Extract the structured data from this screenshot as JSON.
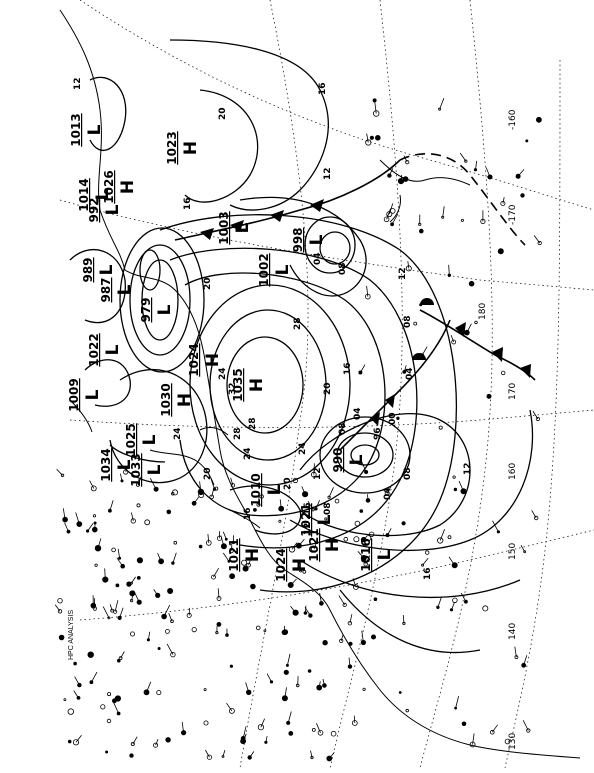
{
  "map": {
    "centers": [
      {
        "type": "H",
        "value": "1035"
      },
      {
        "type": "H",
        "value": "1024"
      },
      {
        "type": "H",
        "value": "1030"
      },
      {
        "type": "H",
        "value": "1023"
      },
      {
        "type": "H",
        "value": "1026"
      },
      {
        "type": "H",
        "value": "1021"
      },
      {
        "type": "H",
        "value": "1024"
      },
      {
        "type": "H",
        "value": "1021"
      },
      {
        "type": "L",
        "value": "1003"
      },
      {
        "type": "L",
        "value": "998"
      },
      {
        "type": "L",
        "value": "1002"
      },
      {
        "type": "L",
        "value": "979"
      },
      {
        "type": "L",
        "value": "989"
      },
      {
        "type": "L",
        "value": "987"
      },
      {
        "type": "L",
        "value": "990"
      },
      {
        "type": "L",
        "value": "1010"
      },
      {
        "type": "L",
        "value": "1016"
      },
      {
        "type": "L",
        "value": "1021"
      },
      {
        "type": "L",
        "value": "1025"
      },
      {
        "type": "L",
        "value": "1033"
      },
      {
        "type": "L",
        "value": "1034"
      },
      {
        "type": "L",
        "value": "1009"
      },
      {
        "type": "L",
        "value": "1022"
      },
      {
        "type": "L",
        "value": "992"
      },
      {
        "type": "L",
        "value": "1014"
      },
      {
        "type": "L",
        "value": "1013"
      }
    ],
    "isobar_labels": [
      "16",
      "20",
      "12",
      "16",
      "20",
      "24",
      "28",
      "32",
      "28",
      "24",
      "20",
      "16",
      "12",
      "08",
      "04",
      "00",
      "96",
      "04",
      "08",
      "12",
      "16",
      "20",
      "24",
      "28",
      "16",
      "12",
      "08",
      "04",
      "08",
      "12",
      "16",
      "20",
      "24",
      "12",
      "08",
      "04"
    ],
    "grid_labels": [
      "-160",
      "-170",
      "180",
      "170",
      "160",
      "150",
      "140",
      "130"
    ],
    "header_text": "HPC ANALYSIS"
  }
}
